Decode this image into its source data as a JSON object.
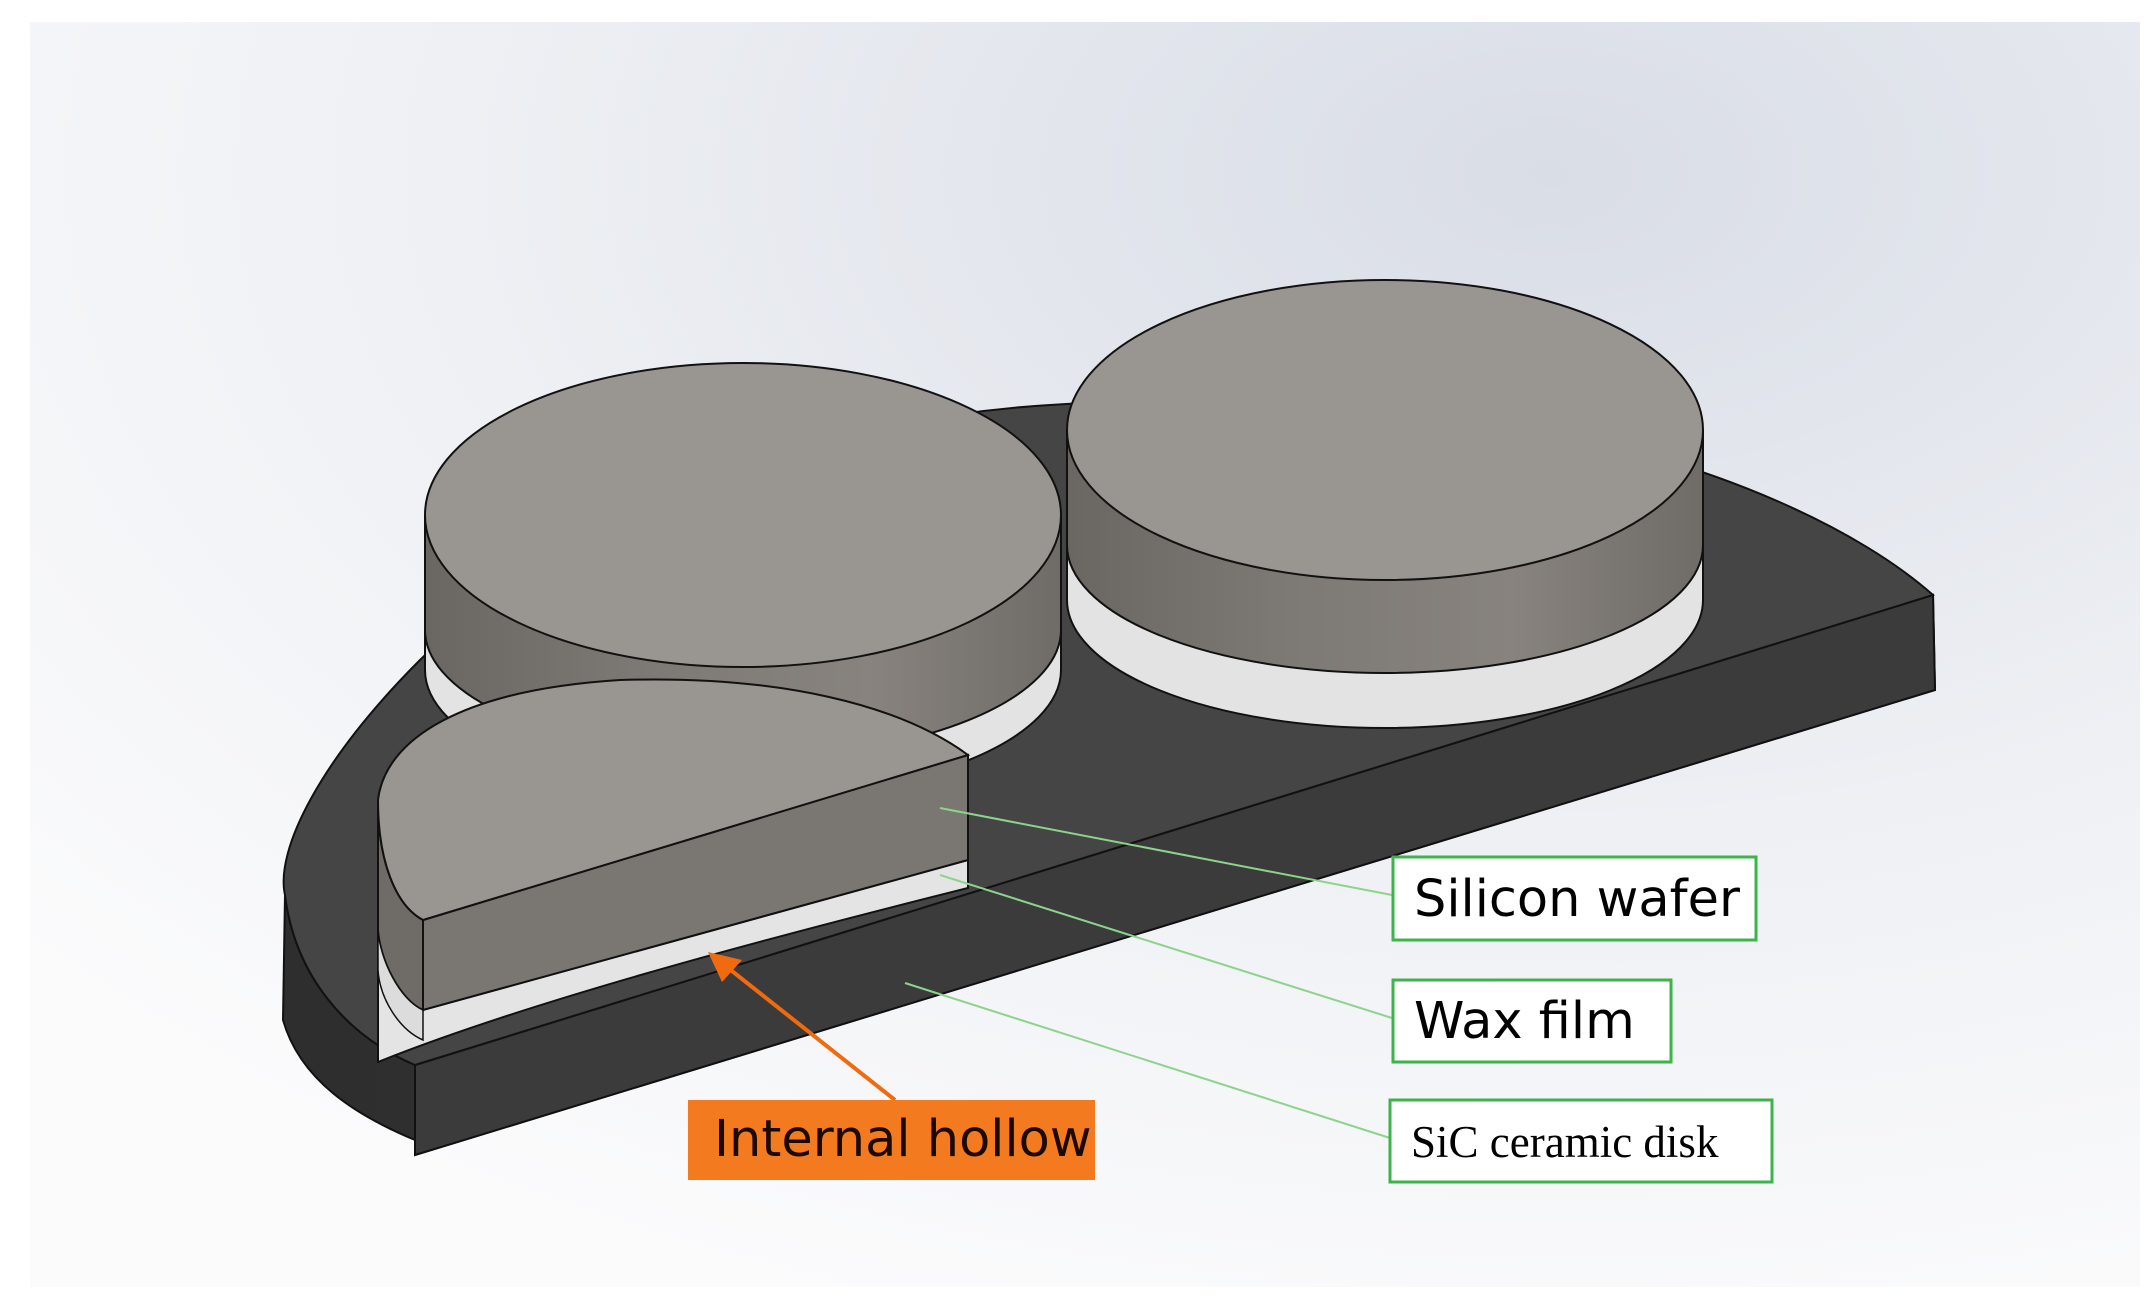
{
  "labels": {
    "silicon_wafer": "Silicon wafer",
    "wax_film": "Wax film",
    "sic_disk": "SiC ceramic disk",
    "internal_hollow": "Internal hollow"
  },
  "colors": {
    "callout_border": "#3cb44b",
    "leader_line": "#7fd07f",
    "hollow_fill": "#f47a20",
    "hollow_arrow": "#f06a10",
    "disk_top": "#454545",
    "wafer_top": "#999590",
    "wax": "#e6e6e6"
  }
}
